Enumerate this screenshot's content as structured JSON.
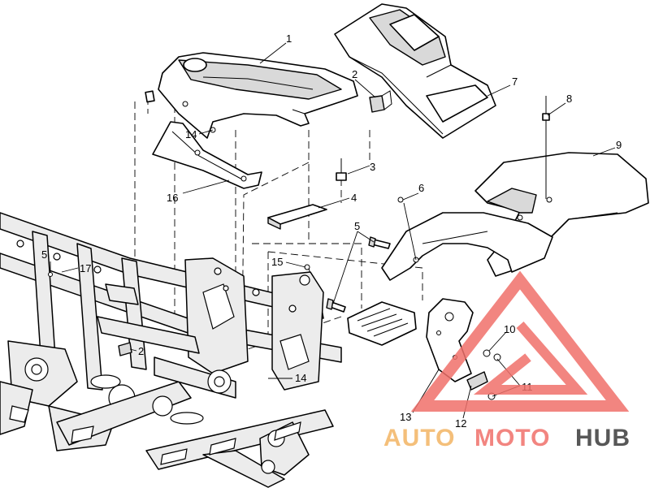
{
  "callouts": {
    "c1": "1",
    "c2a": "2",
    "c2b": "2",
    "c3": "3",
    "c4": "4",
    "c5a": "5",
    "c5b": "5",
    "c6": "6",
    "c7": "7",
    "c8": "8",
    "c9": "9",
    "c10": "10",
    "c11": "11",
    "c12": "12",
    "c13": "13",
    "c14a": "14",
    "c14b": "14",
    "c15": "15",
    "c16": "16",
    "c17": "17"
  },
  "watermark": {
    "word_auto": "AUTO",
    "word_moto": "MOTO",
    "word_hub": "HUB",
    "color_triangle": "#f0706a",
    "color_auto": "#f3b463",
    "color_moto": "#f0706a",
    "color_hub": "#3a3a3a"
  }
}
